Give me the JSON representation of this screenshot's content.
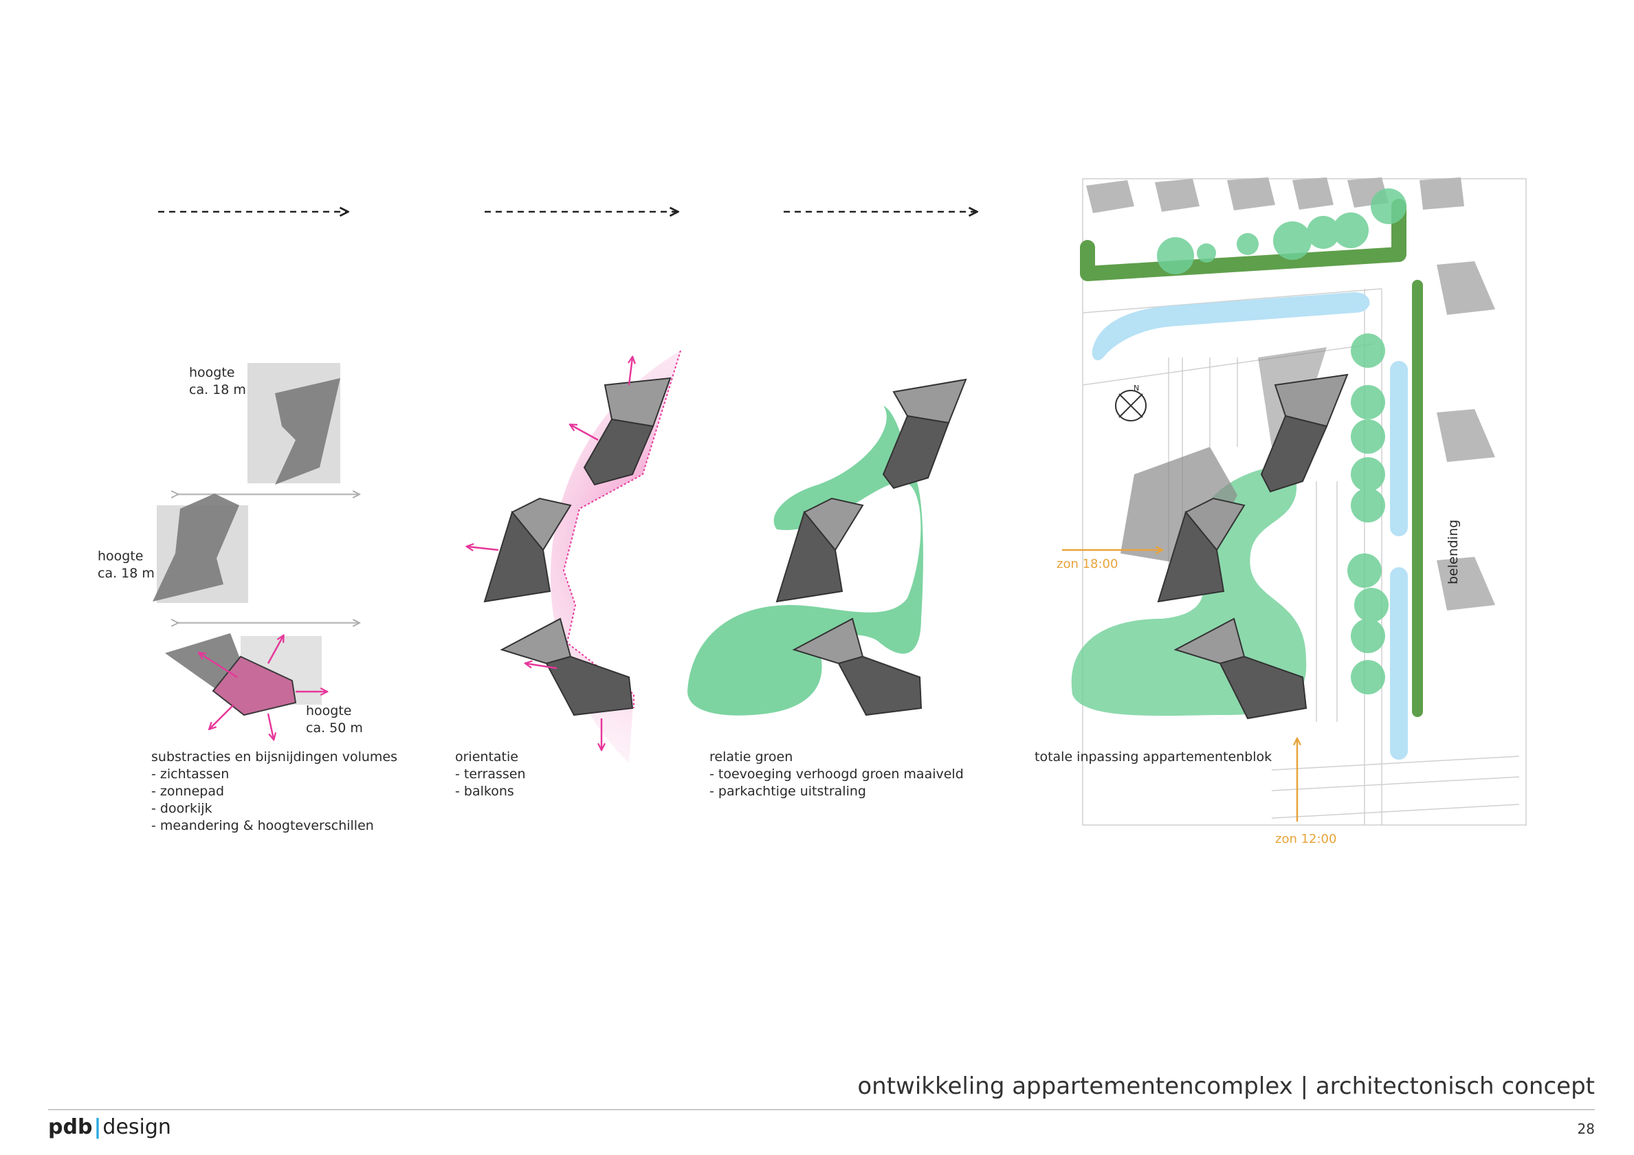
{
  "header": {
    "title": "ontwikkeling appartementencomplex | architectonisch concept"
  },
  "brand": {
    "part1": "pdb",
    "separator": "|",
    "part2": "design"
  },
  "page_number": "28",
  "colors": {
    "green": "#6fcf97",
    "dark_green": "#5e9f4b",
    "pink": "#e6379a",
    "water": "#b7e1f5",
    "sun": "#e8a33a",
    "building_dark": "#5a5a5a",
    "building_light": "#8c8c8c"
  },
  "panel1": {
    "height_top": [
      "hoogte",
      "ca. 18 m"
    ],
    "height_mid": [
      "hoogte",
      "ca. 18 m"
    ],
    "height_low": [
      "hoogte",
      "ca. 50 m"
    ],
    "caption": [
      "substracties en bijsnijdingen volumes",
      "- zichtassen",
      "- zonnepad",
      "- doorkijk",
      "- meandering & hoogteverschillen"
    ]
  },
  "panel2": {
    "caption": [
      "orientatie",
      "- terrassen",
      "- balkons"
    ]
  },
  "panel3": {
    "caption": [
      "relatie groen",
      "- toevoeging verhoogd groen maaiveld",
      "- parkachtige uitstraling"
    ]
  },
  "panel4": {
    "caption": [
      "totale inpassing appartementenblok"
    ],
    "sun_1800": "zon 18:00",
    "sun_1200": "zon 12:00",
    "belending": "belending",
    "north": "N"
  }
}
